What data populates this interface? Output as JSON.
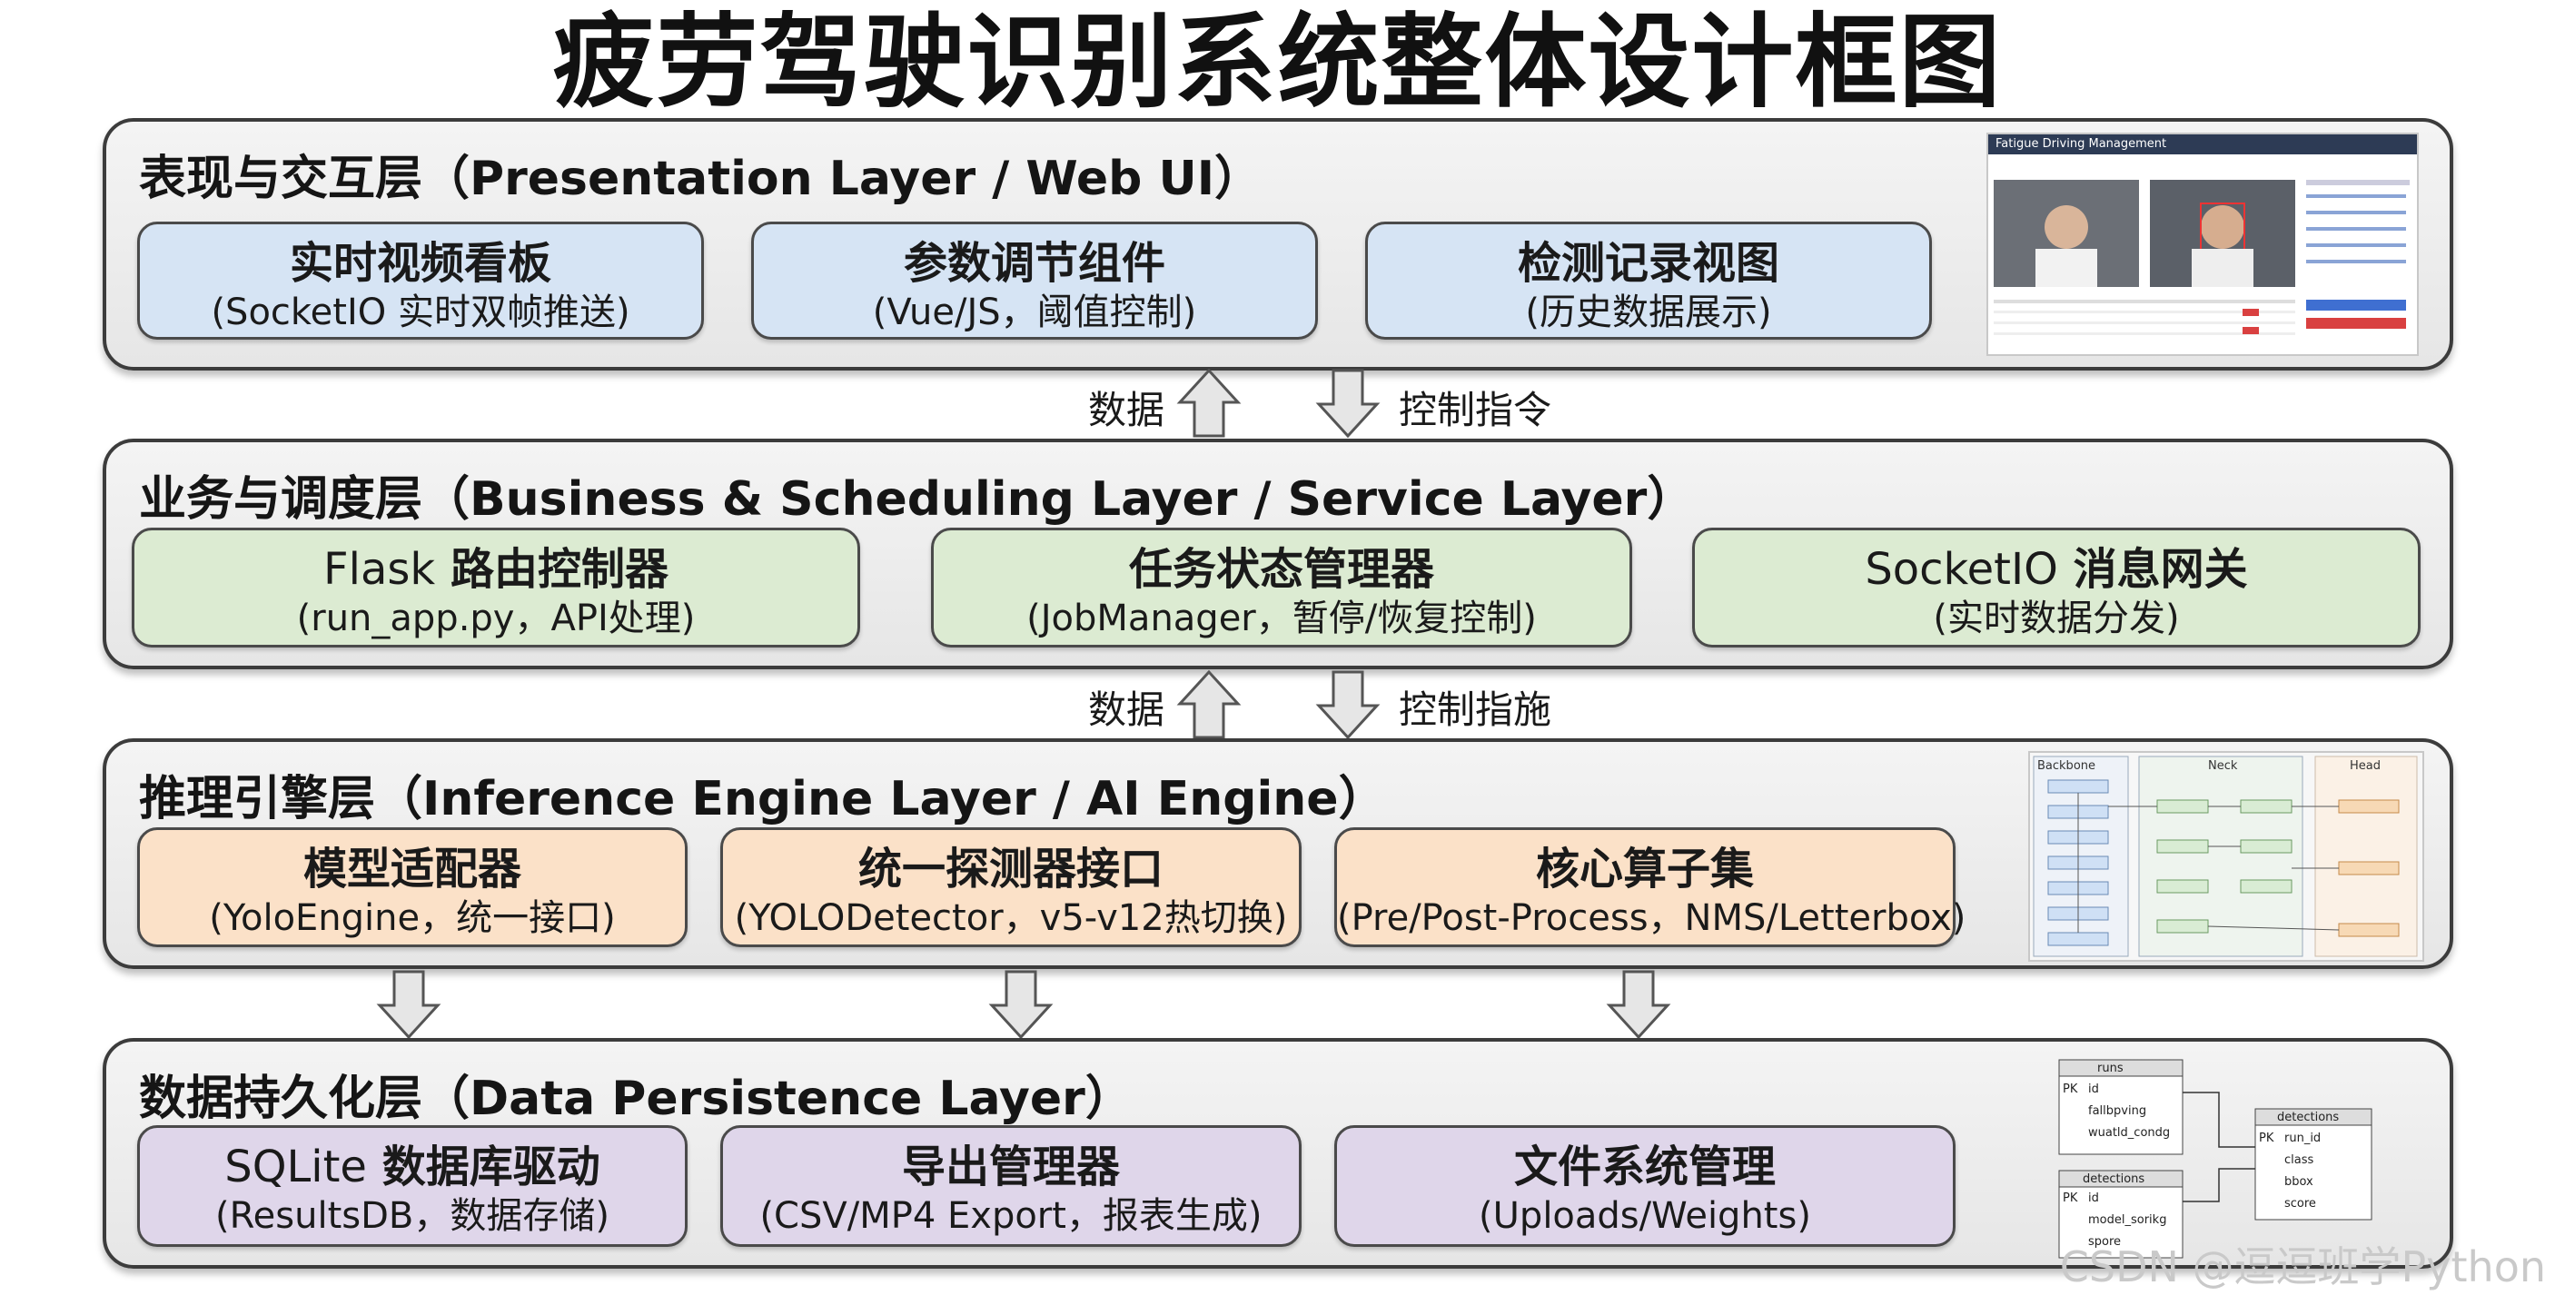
{
  "title": "疲劳驾驶识别系统整体设计框图",
  "layers": [
    {
      "title": "表现与交互层（Presentation Layer / Web UI）",
      "modules": [
        {
          "main": "实时视频看板",
          "sub": "(SocketIO 实时双帧推送)"
        },
        {
          "main": "参数调节组件",
          "sub": "(Vue/JS，阈值控制)"
        },
        {
          "main": "检测记录视图",
          "sub": "(历史数据展示)"
        }
      ]
    },
    {
      "title": "业务与调度层（Business & Scheduling Layer / Service Layer）",
      "modules": [
        {
          "main_prefix": "Flask",
          "main": "路由控制器",
          "sub": "(run_app.py，API处理)"
        },
        {
          "main": "任务状态管理器",
          "sub": "(JobManager，暂停/恢复控制)"
        },
        {
          "main_prefix": "SocketIO",
          "main": "消息网关",
          "sub": "(实时数据分发)"
        }
      ]
    },
    {
      "title": "推理引擎层（Inference Engine Layer / AI Engine）",
      "modules": [
        {
          "main": "模型适配器",
          "sub": "(YoloEngine，统一接口)"
        },
        {
          "main": "统一探测器接口",
          "sub": "(YOLODetector，v5-v12热切换)"
        },
        {
          "main": "核心算子集",
          "sub": "(Pre/Post-Process，NMS/Letterbox)"
        }
      ]
    },
    {
      "title": "数据持久化层（Data Persistence Layer）",
      "modules": [
        {
          "main_prefix": "SQLite",
          "main": "数据库驱动",
          "sub": "(ResultsDB，数据存储)"
        },
        {
          "main": "导出管理器",
          "sub": "(CSV/MP4 Export，报表生成)"
        },
        {
          "main": "文件系统管理",
          "sub": "(Uploads/Weights)"
        }
      ]
    }
  ],
  "connectors": [
    {
      "up_label": "数据",
      "down_label": "控制指令"
    },
    {
      "up_label": "数据",
      "down_label": "控制指施"
    }
  ],
  "thumbnails": {
    "web_ui": {
      "header": "Fatigue Driving Management"
    },
    "network": {
      "cols": [
        "Backbone",
        "Neck",
        "Head"
      ]
    },
    "db": {
      "tables": [
        {
          "name": "runs",
          "rows": [
            [
              "PK",
              "id"
            ],
            [
              "",
              "fallbpving"
            ],
            [
              "",
              "wuatld_condg"
            ]
          ]
        },
        {
          "name": "detections",
          "rows": [
            [
              "PK",
              "run_id"
            ],
            [
              "",
              "class"
            ],
            [
              "",
              "bbox"
            ],
            [
              "",
              "score"
            ]
          ]
        },
        {
          "name": "detections",
          "rows": [
            [
              "PK",
              "id"
            ],
            [
              "",
              "model_sorikg"
            ],
            [
              "",
              "spore"
            ]
          ]
        }
      ]
    }
  },
  "watermark": "CSDN @逗逗班学Python",
  "colors": {
    "presentation": "#d6e4f4",
    "business": "#dcebd2",
    "inference": "#fbe1c8",
    "persistence": "#dfd6ea"
  }
}
